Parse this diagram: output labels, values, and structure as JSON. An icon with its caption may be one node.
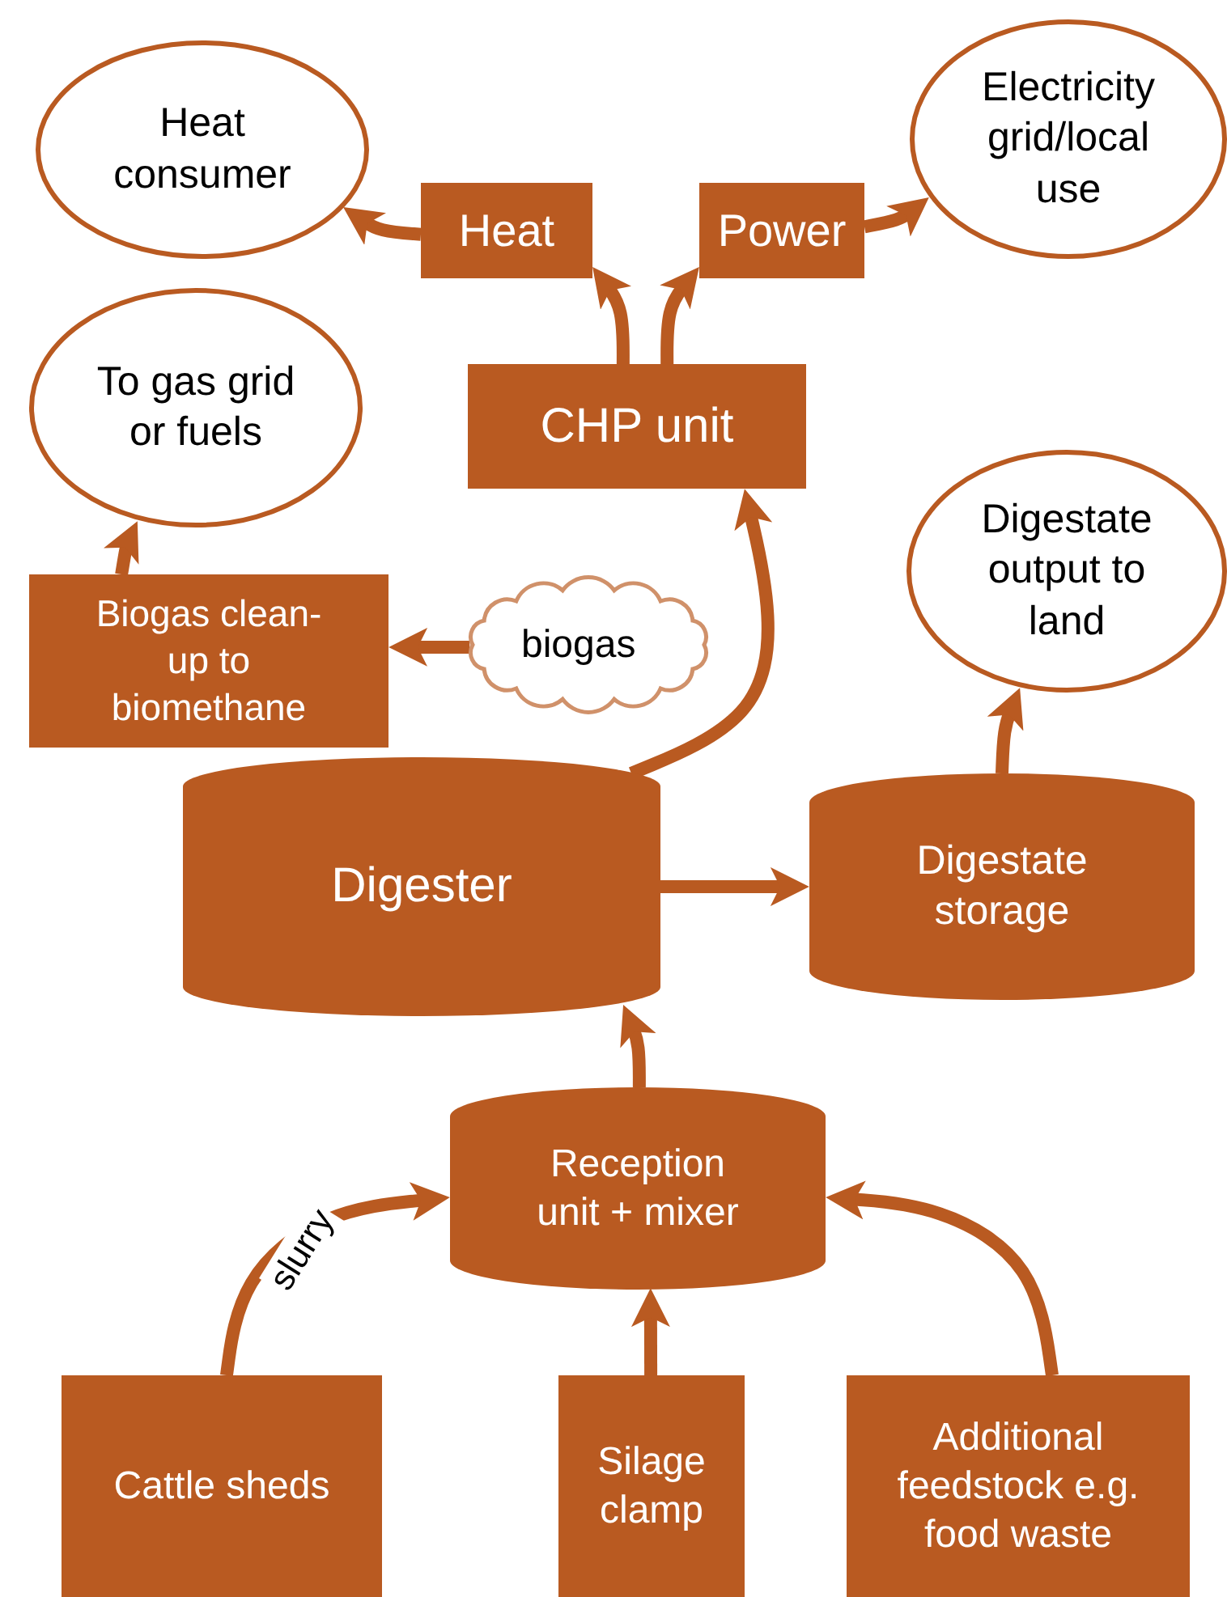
{
  "diagram": {
    "nodes": [
      {
        "text": [
          "Heat consumer"
        ]
      },
      {
        "text": [
          "Electricity grid/local use"
        ]
      },
      {
        "text": [
          "Heat"
        ]
      },
      {
        "text": [
          "Power"
        ]
      },
      {
        "text": [
          "To gas grid or fuels"
        ]
      },
      {
        "text": [
          "CHP unit"
        ]
      },
      {
        "text": [
          "Digestate output to land"
        ]
      },
      {
        "text": [
          "Biogas clean-up to biomethane"
        ]
      },
      {
        "text": [
          "biogas"
        ]
      },
      {
        "text": [
          "Digester"
        ]
      },
      {
        "text": [
          "Digestate storage"
        ]
      },
      {
        "text": [
          "Reception unit + mixer"
        ]
      },
      {
        "text": [
          "Cattle sheds"
        ]
      },
      {
        "text": [
          "Silage clamp"
        ]
      },
      {
        "text": [
          "Additional feedstock e.g. food waste"
        ]
      }
    ],
    "edges": [
      {
        "from": 2,
        "to": 0,
        "arrow": "to"
      },
      {
        "from": 3,
        "to": 1,
        "arrow": "to"
      },
      {
        "from": 5,
        "to": 2,
        "arrow": "to"
      },
      {
        "from": 5,
        "to": 3,
        "arrow": "to"
      },
      {
        "from": 7,
        "to": 4,
        "arrow": "to"
      },
      {
        "from": 9,
        "to": 5,
        "arrow": "to"
      },
      {
        "from": 8,
        "to": 7,
        "arrow": "to"
      },
      {
        "from": 9,
        "to": 10,
        "arrow": "to"
      },
      {
        "from": 10,
        "to": 6,
        "arrow": "to"
      },
      {
        "from": 11,
        "to": 9,
        "arrow": "to"
      },
      {
        "from": 12,
        "to": 11,
        "arrow": "to",
        "label": "slurry"
      },
      {
        "from": 13,
        "to": 11,
        "arrow": "to"
      },
      {
        "from": 14,
        "to": 11,
        "arrow": "to"
      }
    ]
  }
}
